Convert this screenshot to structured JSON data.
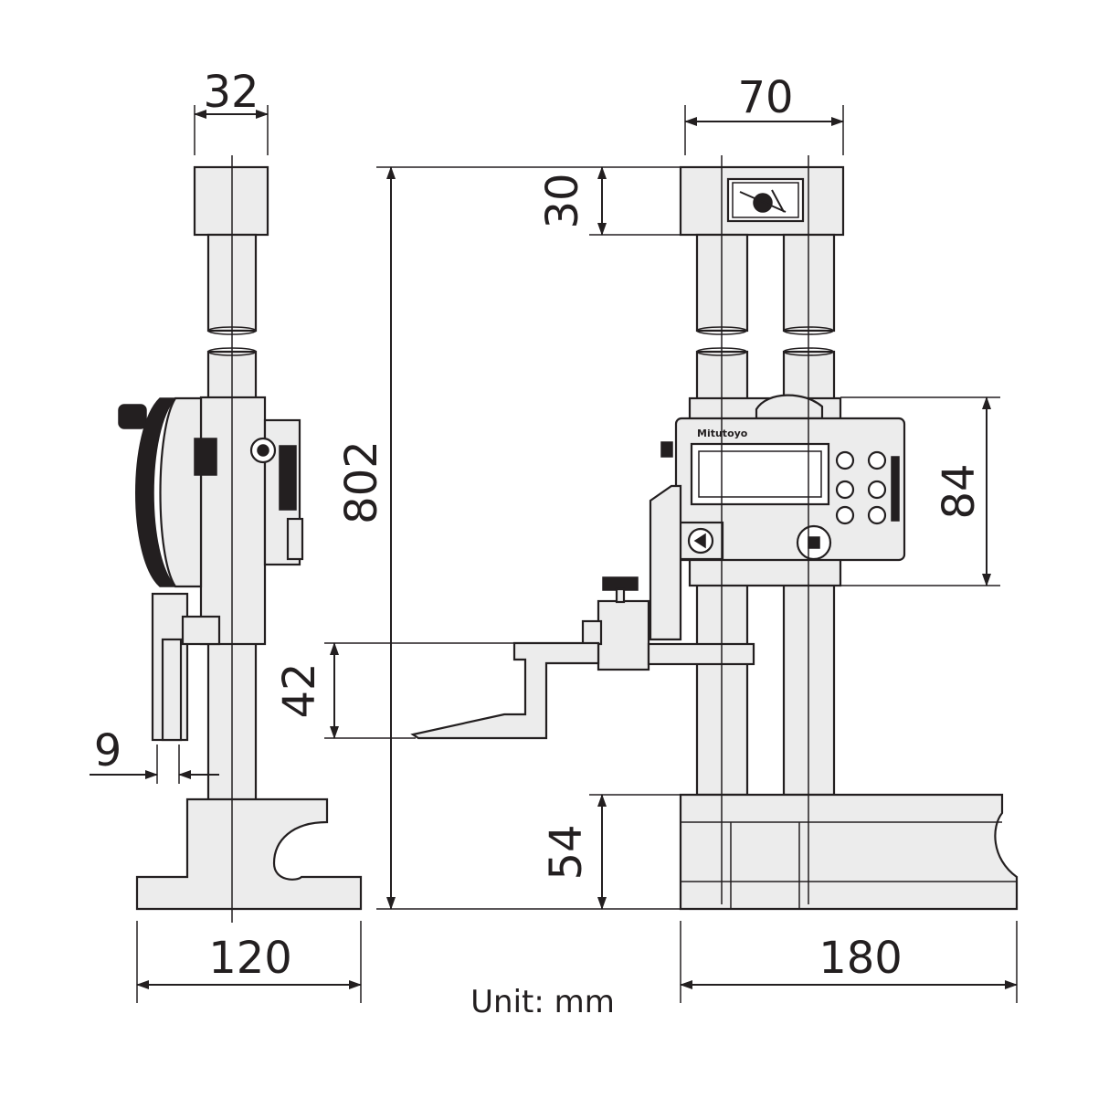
{
  "dimensions": {
    "side_column_width": "32",
    "overall_height": "802",
    "scriber_offset": "9",
    "side_base_depth": "120",
    "front_top_width": "70",
    "top_block_height": "30",
    "display_height": "84",
    "scriber_height": "42",
    "base_height": "54",
    "front_base_width": "180"
  },
  "unit_label": "Unit: mm",
  "brand_label": "Mitutoyo",
  "colors": {
    "line": "#231f20",
    "part_fill": "#ececec",
    "background": "#ffffff"
  },
  "icons": {
    "top_emblem": "hand-wrench-emblem",
    "display_mode_button": "play-triangle-icon",
    "display_origin_button": "square-stop-icon"
  }
}
